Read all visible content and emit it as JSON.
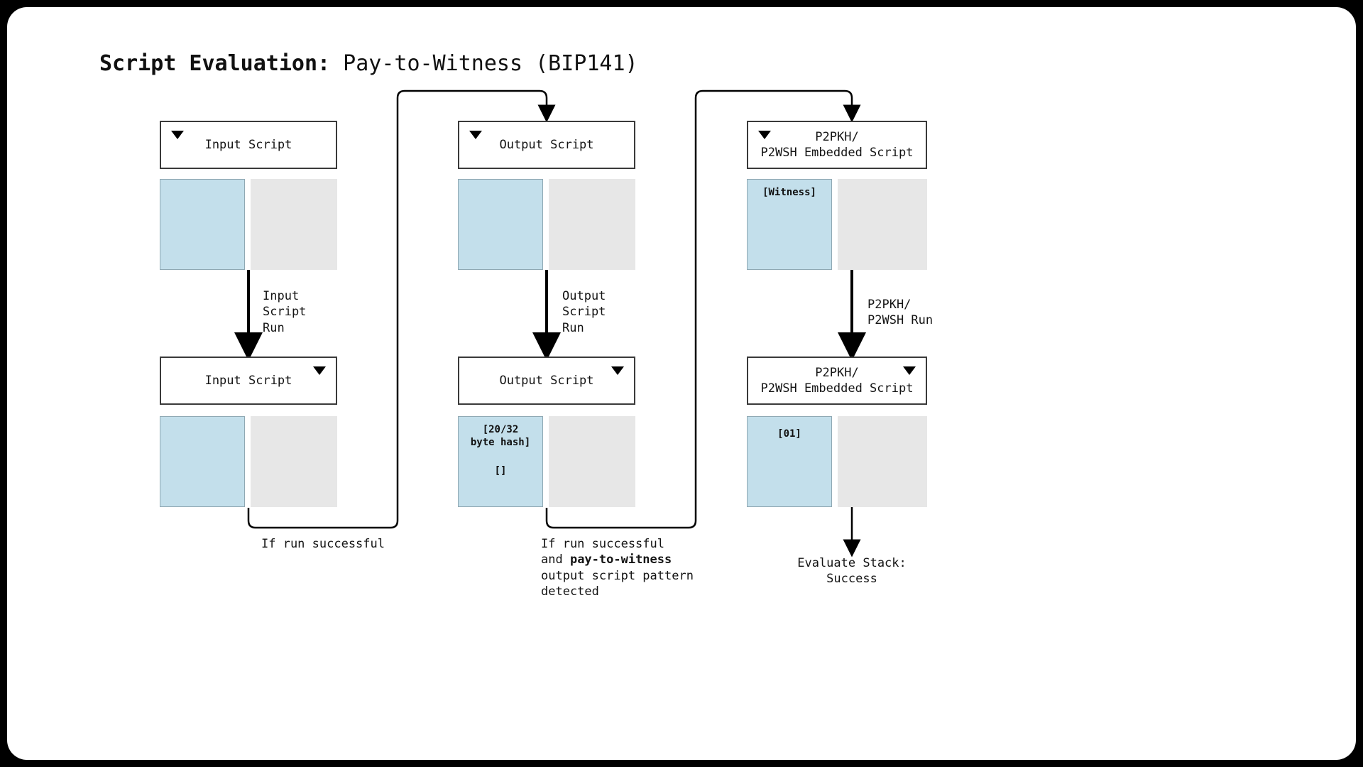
{
  "title": {
    "strong": "Script Evaluation:",
    "rest": " Pay-to-Witness (BIP141)"
  },
  "columns": [
    {
      "id": "input-script",
      "top_box_label": "Input Script",
      "top_stack_blue_text": "",
      "arrow_label": "Input\nScript\nRun",
      "bottom_box_label": "Input Script",
      "bottom_stack_blue_text": "",
      "footer_text": "If run successful"
    },
    {
      "id": "output-script",
      "top_box_label": "Output Script",
      "top_stack_blue_text": "",
      "arrow_label": "Output\nScript\nRun",
      "bottom_box_label": "Output Script",
      "bottom_stack_blue_text": "[20/32\nbyte hash]",
      "bottom_stack_blue_text2": "[]",
      "footer_line1": "If run successful",
      "footer_line2_prefix": "and ",
      "footer_line2_bold": "pay-to-witness",
      "footer_line3": "output script pattern",
      "footer_line4": "detected"
    },
    {
      "id": "embedded-script",
      "top_box_label": "P2PKH/\nP2WSH Embedded Script",
      "top_stack_blue_text": "[Witness]",
      "arrow_label": "P2PKH/\nP2WSH Run",
      "bottom_box_label": "P2PKH/\nP2WSH Embedded Script",
      "bottom_stack_blue_text": "[01]",
      "footer_text": "Evaluate Stack:\nSuccess"
    }
  ],
  "icons": {
    "caret_down": "triangle-down"
  },
  "colors": {
    "page_background": "#000000",
    "canvas": "#ffffff",
    "stack_blue_fill": "#c3dfeb",
    "stack_blue_border": "#8fa8b3",
    "stack_gray_fill": "#e7e7e7",
    "box_border": "#3a3a3a",
    "line": "#000000",
    "text": "#141414"
  }
}
